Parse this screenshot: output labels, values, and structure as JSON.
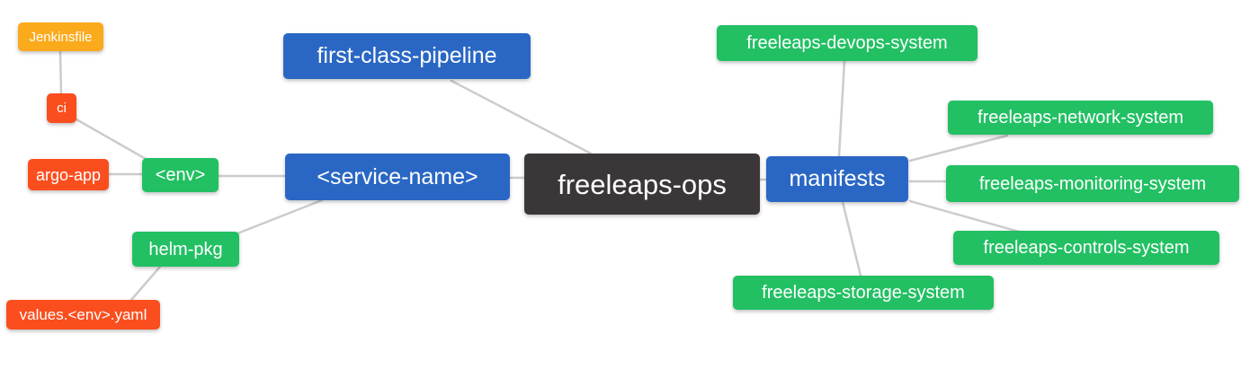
{
  "diagram": {
    "type": "mindmap",
    "root": "freeleaps-ops",
    "palette": {
      "root_bg": "#3b3738",
      "branch_blue_bg": "#2a67c4",
      "leaf_green_bg": "#22c063",
      "leaf_orange_bg": "#fbaa1c",
      "leaf_red_bg": "#fb4e1e",
      "edge": "#cccccc",
      "text": "#ffffff",
      "background": "#ffffff"
    },
    "nodes": [
      {
        "id": "jenkinsfile",
        "label": "Jenkinsfile",
        "color": "orange"
      },
      {
        "id": "ci",
        "label": "ci",
        "color": "red"
      },
      {
        "id": "argo-app",
        "label": "argo-app",
        "color": "red"
      },
      {
        "id": "env",
        "label": "<env>",
        "color": "green"
      },
      {
        "id": "helm-pkg",
        "label": "helm-pkg",
        "color": "green"
      },
      {
        "id": "values-env-yaml",
        "label": "values.<env>.yaml",
        "color": "red"
      },
      {
        "id": "first-class-pipeline",
        "label": "first-class-pipeline",
        "color": "blue"
      },
      {
        "id": "service-name",
        "label": "<service-name>",
        "color": "blue"
      },
      {
        "id": "freeleaps-ops",
        "label": "freeleaps-ops",
        "color": "dark"
      },
      {
        "id": "manifests",
        "label": "manifests",
        "color": "blue"
      },
      {
        "id": "freeleaps-devops-system",
        "label": "freeleaps-devops-system",
        "color": "green"
      },
      {
        "id": "freeleaps-network-system",
        "label": "freeleaps-network-system",
        "color": "green"
      },
      {
        "id": "freeleaps-monitoring-system",
        "label": "freeleaps-monitoring-system",
        "color": "green"
      },
      {
        "id": "freeleaps-controls-system",
        "label": "freeleaps-controls-system",
        "color": "green"
      },
      {
        "id": "freeleaps-storage-system",
        "label": "freeleaps-storage-system",
        "color": "green"
      }
    ],
    "edges": [
      [
        "jenkinsfile",
        "ci"
      ],
      [
        "ci",
        "env"
      ],
      [
        "argo-app",
        "env"
      ],
      [
        "env",
        "service-name"
      ],
      [
        "service-name",
        "helm-pkg"
      ],
      [
        "helm-pkg",
        "values-env-yaml"
      ],
      [
        "first-class-pipeline",
        "freeleaps-ops"
      ],
      [
        "service-name",
        "freeleaps-ops"
      ],
      [
        "freeleaps-ops",
        "manifests"
      ],
      [
        "manifests",
        "freeleaps-devops-system"
      ],
      [
        "manifests",
        "freeleaps-network-system"
      ],
      [
        "manifests",
        "freeleaps-monitoring-system"
      ],
      [
        "manifests",
        "freeleaps-controls-system"
      ],
      [
        "manifests",
        "freeleaps-storage-system"
      ]
    ]
  }
}
